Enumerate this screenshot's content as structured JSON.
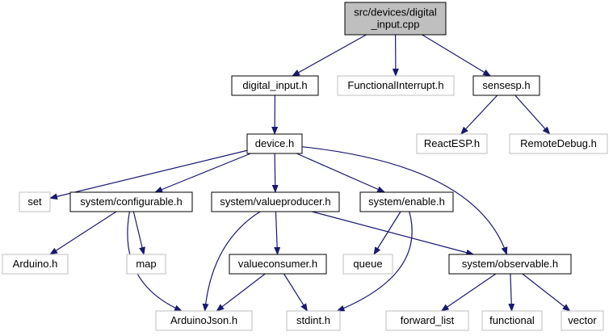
{
  "title": "src/devices/digital_input.cpp",
  "edge_color": "#191970",
  "nodes": [
    {
      "id": "root",
      "lines": [
        "src/devices/digital",
        "_input.cpp"
      ],
      "style": "root"
    },
    {
      "id": "digital_input_h",
      "lines": [
        "digital_input.h"
      ],
      "style": "doc"
    },
    {
      "id": "functional_interrupt_h",
      "lines": [
        "FunctionalInterrupt.h"
      ],
      "style": "ext"
    },
    {
      "id": "sensesp_h",
      "lines": [
        "sensesp.h"
      ],
      "style": "doc"
    },
    {
      "id": "reactesp_h",
      "lines": [
        "ReactESP.h"
      ],
      "style": "ext"
    },
    {
      "id": "remotedebug_h",
      "lines": [
        "RemoteDebug.h"
      ],
      "style": "ext"
    },
    {
      "id": "device_h",
      "lines": [
        "device.h"
      ],
      "style": "doc"
    },
    {
      "id": "set",
      "lines": [
        "set"
      ],
      "style": "ext"
    },
    {
      "id": "configurable_h",
      "lines": [
        "system/configurable.h"
      ],
      "style": "doc"
    },
    {
      "id": "valueproducer_h",
      "lines": [
        "system/valueproducer.h"
      ],
      "style": "doc"
    },
    {
      "id": "enable_h",
      "lines": [
        "system/enable.h"
      ],
      "style": "doc"
    },
    {
      "id": "arduino_h",
      "lines": [
        "Arduino.h"
      ],
      "style": "ext"
    },
    {
      "id": "map",
      "lines": [
        "map"
      ],
      "style": "ext"
    },
    {
      "id": "valueconsumer_h",
      "lines": [
        "valueconsumer.h"
      ],
      "style": "doc"
    },
    {
      "id": "queue",
      "lines": [
        "queue"
      ],
      "style": "ext"
    },
    {
      "id": "observable_h",
      "lines": [
        "system/observable.h"
      ],
      "style": "doc"
    },
    {
      "id": "arduinojson_h",
      "lines": [
        "ArduinoJson.h"
      ],
      "style": "ext"
    },
    {
      "id": "stdint_h",
      "lines": [
        "stdint.h"
      ],
      "style": "ext"
    },
    {
      "id": "forward_list",
      "lines": [
        "forward_list"
      ],
      "style": "ext"
    },
    {
      "id": "functional",
      "lines": [
        "functional"
      ],
      "style": "ext"
    },
    {
      "id": "vector",
      "lines": [
        "vector"
      ],
      "style": "ext"
    }
  ],
  "edges": [
    [
      "root",
      "digital_input_h"
    ],
    [
      "root",
      "functional_interrupt_h"
    ],
    [
      "root",
      "sensesp_h"
    ],
    [
      "sensesp_h",
      "reactesp_h"
    ],
    [
      "sensesp_h",
      "remotedebug_h"
    ],
    [
      "digital_input_h",
      "device_h"
    ],
    [
      "device_h",
      "set"
    ],
    [
      "device_h",
      "configurable_h"
    ],
    [
      "device_h",
      "valueproducer_h"
    ],
    [
      "device_h",
      "enable_h"
    ],
    [
      "device_h",
      "observable_h"
    ],
    [
      "configurable_h",
      "arduino_h"
    ],
    [
      "configurable_h",
      "map"
    ],
    [
      "configurable_h",
      "arduinojson_h"
    ],
    [
      "valueproducer_h",
      "valueconsumer_h"
    ],
    [
      "valueproducer_h",
      "arduinojson_h"
    ],
    [
      "valueproducer_h",
      "observable_h"
    ],
    [
      "valueconsumer_h",
      "arduinojson_h"
    ],
    [
      "valueconsumer_h",
      "stdint_h"
    ],
    [
      "enable_h",
      "queue"
    ],
    [
      "enable_h",
      "stdint_h"
    ],
    [
      "observable_h",
      "forward_list"
    ],
    [
      "observable_h",
      "functional"
    ],
    [
      "observable_h",
      "vector"
    ]
  ]
}
